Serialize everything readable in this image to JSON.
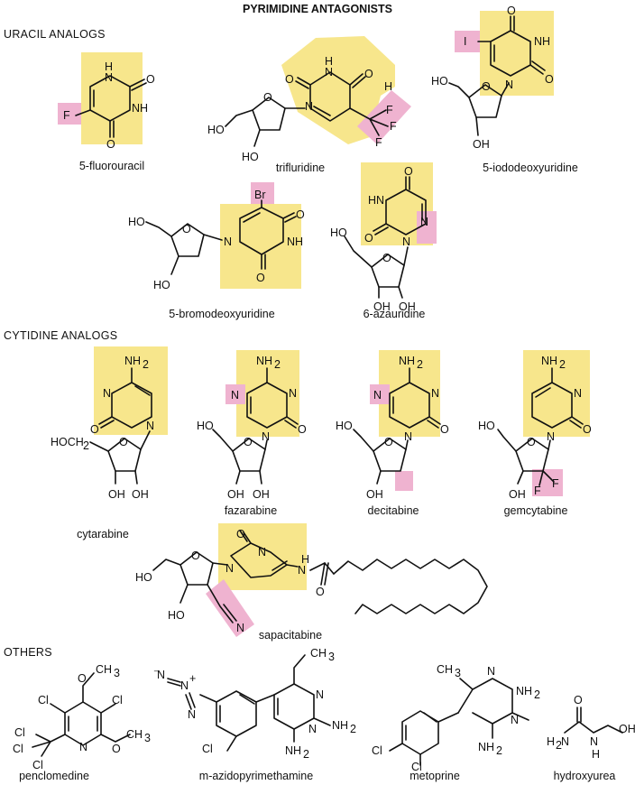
{
  "title": "PYRIMIDINE ANTAGONISTS",
  "sections": {
    "uracil": "URACIL ANALOGS",
    "cytidine": "CYTIDINE ANALOGS",
    "others": "OTHERS"
  },
  "compounds": {
    "fluorouracil": "5-fluorouracil",
    "trifluridine": "trifluridine",
    "iododeoxyuridine": "5-iododeoxyuridine",
    "bromodeoxyuridine": "5-bromodeoxyuridine",
    "azauridine": "6-azauridine",
    "cytarabine": "cytarabine",
    "fazarabine": "fazarabine",
    "decitabine": "decitabine",
    "gemcytabine": "gemcytabine",
    "sapacitabine": "sapacitabine",
    "penclomedine": "penclomedine",
    "azidopyrimethamine": "m-azidopyrimethamine",
    "metoprine": "metoprine",
    "hydroxyurea": "hydroxyurea"
  },
  "colors": {
    "base_highlight": "#f7e68c",
    "modification_highlight": "#efb3d0"
  }
}
